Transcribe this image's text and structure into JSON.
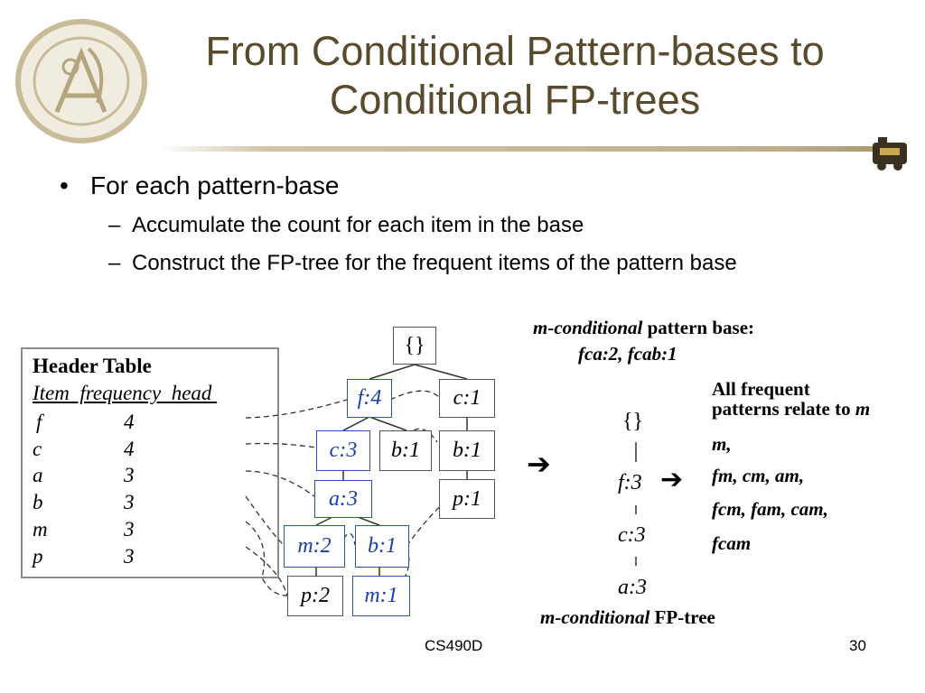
{
  "title": {
    "line1": "From Conditional Pattern-bases to",
    "line2": "Conditional FP-trees"
  },
  "bullets": {
    "main": "For each pattern-base",
    "dash": "–",
    "subs": [
      "Accumulate the count for each item in the base",
      "Construct the FP-tree for the frequent items of the pattern base"
    ]
  },
  "header_table": {
    "title": "Header Table",
    "columns": "Item  frequency  head ",
    "rows": [
      {
        "item": "f",
        "freq": "4"
      },
      {
        "item": "c",
        "freq": "4"
      },
      {
        "item": "a",
        "freq": "3"
      },
      {
        "item": "b",
        "freq": "3"
      },
      {
        "item": "m",
        "freq": "3"
      },
      {
        "item": "p",
        "freq": "3"
      }
    ]
  },
  "fp_tree": {
    "root": "{}",
    "nodes": {
      "f4": "f:4",
      "c1": "c:1",
      "c3": "c:3",
      "b1a": "b:1",
      "b1b": "b:1",
      "a3": "a:3",
      "p1": "p:1",
      "m2": "m:2",
      "b1c": "b:1",
      "p2": "p:2",
      "m1": "m:1"
    }
  },
  "pattern_base": {
    "label_italic": "m-conditional",
    "label_rest": " pattern base:",
    "value": "fca:2, fcab:1"
  },
  "arrows": {
    "big": "➔"
  },
  "cond_tree": {
    "root": "{}",
    "nodes": [
      "f:3",
      "c:3",
      "a:3"
    ],
    "caption_italic": "m-conditional",
    "caption_rest": " FP-tree"
  },
  "frequent_patterns": {
    "heading1": "All frequent",
    "heading2": "patterns relate to ",
    "heading_m": "m",
    "lines": [
      "m,",
      "fm, cm, am,",
      "fcm, fam, cam,",
      "fcam"
    ]
  },
  "footer": {
    "course": "CS490D",
    "page": "30"
  },
  "colors": {
    "title": "#5a4a2c",
    "node_blue": "#2a52be",
    "node_gray": "#555555"
  }
}
